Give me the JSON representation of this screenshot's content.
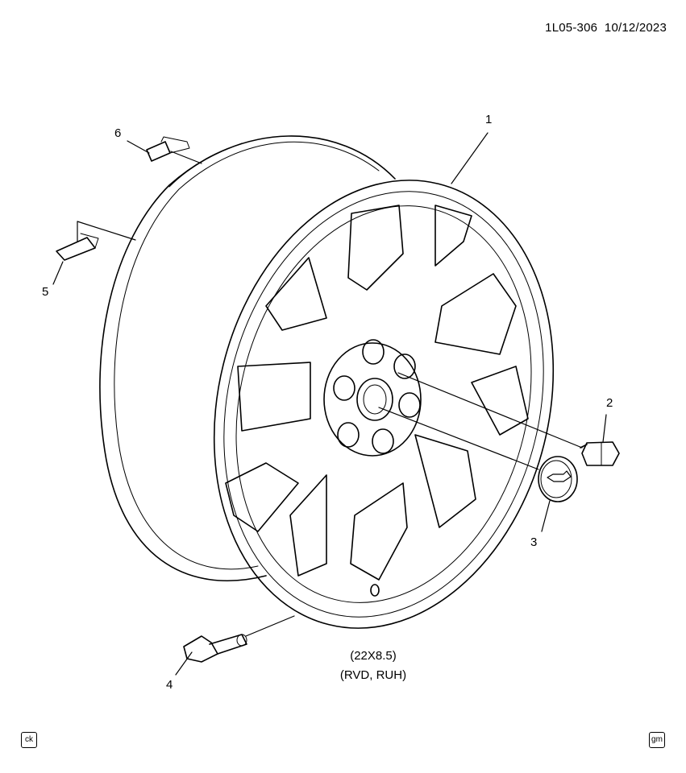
{
  "header": {
    "diagram_id": "1L05-306",
    "date": "10/12/2023"
  },
  "callouts": [
    "1",
    "2",
    "3",
    "4",
    "5",
    "6"
  ],
  "spec": {
    "size": "(22X8.5)",
    "rpo": "(RVD, RUH)"
  },
  "footer": {
    "left_badge": "ck",
    "right_badge": "gm"
  }
}
